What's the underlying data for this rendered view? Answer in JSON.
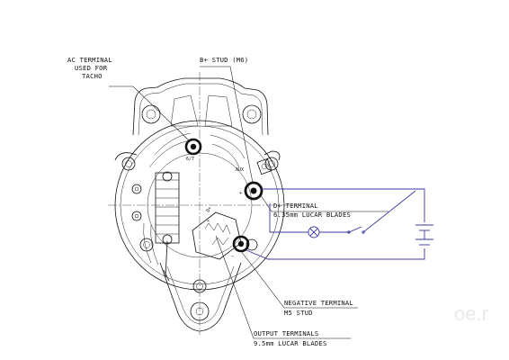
{
  "labels": {
    "ac_terminal": [
      "AC TERMINAL",
      "USED FOR",
      "TACHO"
    ],
    "b_plus_stud": "B+ STUD (M6)",
    "d_plus_terminal": [
      "D+ TERMINAL",
      "6.35mm LUCAR BLADES"
    ],
    "negative_terminal": [
      "NEGATIVE TERMINAL",
      "M5 STUD"
    ],
    "output_terminals": [
      "OUTPUT TERMINALS",
      "9.5mm LUCAR BLADES"
    ]
  },
  "markings": {
    "w_terminal": "6/7",
    "aux": "AUX",
    "plus": "+",
    "d_plus": "D+",
    "minus": "–",
    "cross": "×"
  },
  "watermark": "oe.r",
  "colors": {
    "wire": "#3a3aa0",
    "line": "#111111"
  }
}
